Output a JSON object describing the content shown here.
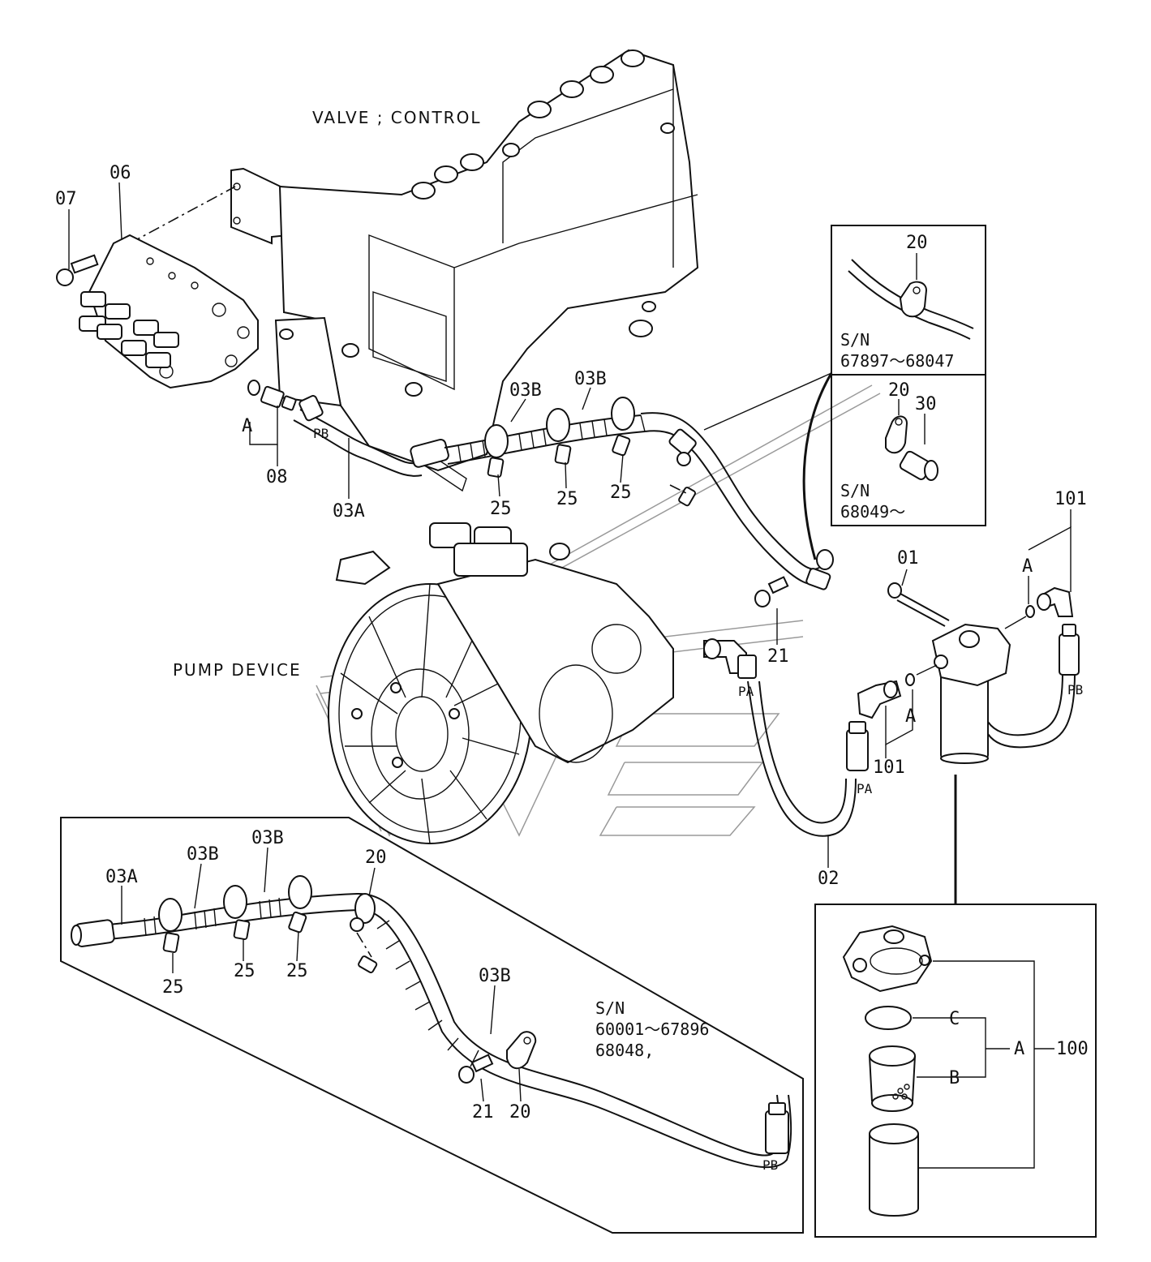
{
  "titles": {
    "valve": "VALVE ; CONTROL",
    "pump": "PUMP DEVICE"
  },
  "callouts": {
    "c07": "07",
    "c06": "06",
    "c08": "08",
    "cA_valve": "A",
    "cPB_top": "PB",
    "c03A_top": "03A",
    "c03B_top1": "03B",
    "c03B_top2": "03B",
    "c25_t1": "25",
    "c25_t2": "25",
    "c25_t3": "25",
    "c21_mid": "21",
    "cPA_mid": "PA",
    "cPA_low": "PA",
    "c02": "02",
    "c01": "01",
    "c101_top": "101",
    "cA_top": "A",
    "cA_mid": "A",
    "c101_mid": "101",
    "cPB_right": "PB"
  },
  "inset_sn1": {
    "part": "20",
    "sn_label": "S/N",
    "sn_range": "67897～68047"
  },
  "inset_sn2": {
    "part_a": "20",
    "part_b": "30",
    "sn_label": "S/N",
    "sn_range": "68049～"
  },
  "inset_lower": {
    "c03A": "03A",
    "c03B_1": "03B",
    "c03B_2": "03B",
    "c03B_3": "03B",
    "c20_top": "20",
    "c25_1": "25",
    "c25_2": "25",
    "c25_3": "25",
    "c21": "21",
    "c20_bot": "20",
    "cPB": "PB",
    "sn_label": "S/N",
    "sn_range1": "60001～67896",
    "sn_range2": "68048,"
  },
  "inset_filter": {
    "c100": "100",
    "cA": "A",
    "cB": "B",
    "cC": "C"
  }
}
